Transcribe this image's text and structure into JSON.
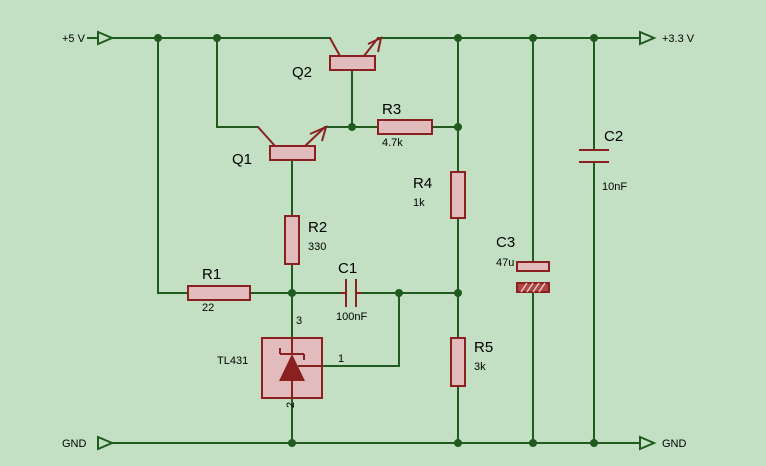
{
  "nets": {
    "vin": "+5 V",
    "vout": "+3.3 V",
    "gnd_left": "GND",
    "gnd_right": "GND"
  },
  "components": {
    "Q1": {
      "ref": "Q1"
    },
    "Q2": {
      "ref": "Q2"
    },
    "R1": {
      "ref": "R1",
      "value": "22"
    },
    "R2": {
      "ref": "R2",
      "value": "330"
    },
    "R3": {
      "ref": "R3",
      "value": "4.7k"
    },
    "R4": {
      "ref": "R4",
      "value": "1k"
    },
    "R5": {
      "ref": "R5",
      "value": "3k"
    },
    "C1": {
      "ref": "C1",
      "value": "100nF"
    },
    "C2": {
      "ref": "C2",
      "value": "10nF"
    },
    "C3": {
      "ref": "C3",
      "value": "47u"
    },
    "U1": {
      "ref": "TL431",
      "pin_cathode": "3",
      "pin_ref": "1",
      "pin_anode": "2"
    }
  },
  "colors": {
    "background": "#c4e0c4",
    "wire": "#1f5a1f",
    "component_outline": "#8a2020",
    "component_fill": "#e2bcbc"
  }
}
